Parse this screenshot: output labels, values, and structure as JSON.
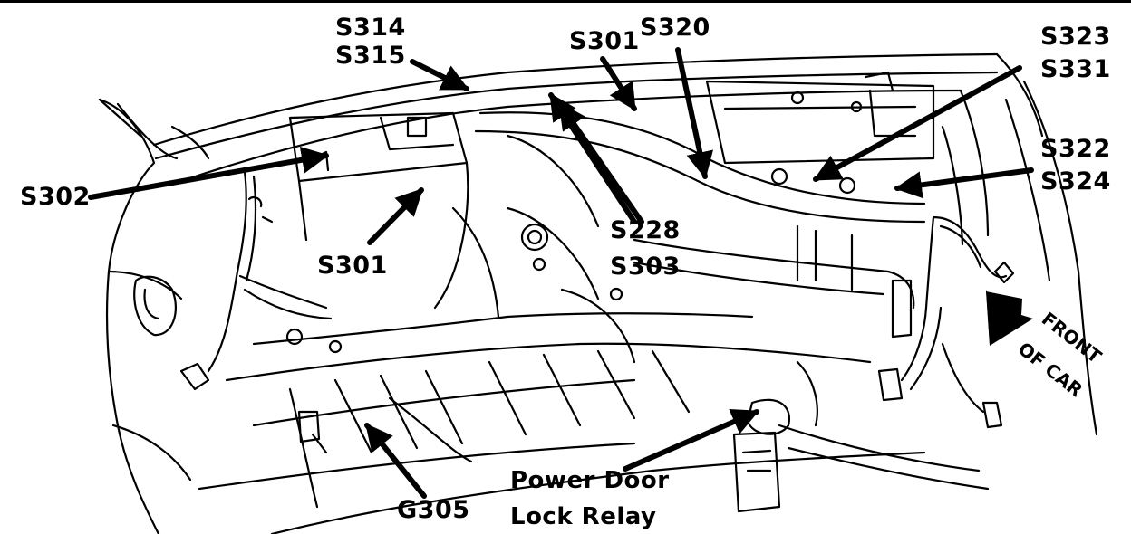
{
  "diagram": {
    "labels": {
      "s314": "S314",
      "s315": "S315",
      "s301_top": "S301",
      "s320": "S320",
      "s323": "S323",
      "s331": "S331",
      "s322": "S322",
      "s324": "S324",
      "s302": "S302",
      "s301_mid": "S301",
      "s228": "S228",
      "s303": "S303",
      "g305": "G305",
      "relay_line1": "Power Door",
      "relay_line2": "Lock Relay",
      "front_line1": "FRONT",
      "front_line2": "OF CAR"
    }
  }
}
